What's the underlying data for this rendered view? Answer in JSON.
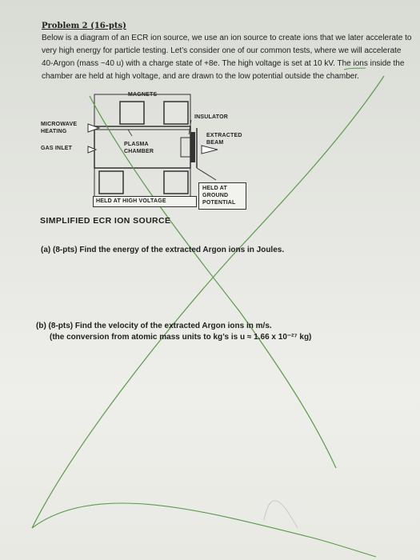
{
  "problem": {
    "title": "Problem 2 (16-pts)",
    "intro_lines": [
      "Below is a diagram of an ECR ion source, we use an ion source to create ions that we later accelerate to",
      "very high energy for particle testing. Let’s consider one of our common tests, where we will accelerate",
      "40-Argon (mass ~40 u) with a charge state of +8e. The high voltage is set at 10 kV. The ions inside the",
      "chamber are held at high voltage, and are drawn to the low potential outside the chamber."
    ]
  },
  "diagram": {
    "magnets": "Magnets",
    "insulator": "Insulator",
    "microwave_heating": [
      "Microwave",
      "Heating"
    ],
    "gas_inlet": "Gas Inlet",
    "plasma_chamber": [
      "Plasma",
      "Chamber"
    ],
    "extracted_beam": [
      "Extracted",
      "Beam"
    ],
    "held_high_voltage": "Held at High Voltage",
    "held_ground": [
      "Held at",
      "Ground",
      "Potential"
    ],
    "caption": "Simplified ECR Ion Source"
  },
  "parts": {
    "a": "(a)  (8-pts) Find the energy of the extracted Argon ions in Joules.",
    "b_line1": "(b)  (8-pts) Find the velocity of the extracted Argon ions in m/s.",
    "b_line2": "(the conversion from atomic mass units to kg’s is u ≈ 1.66 x 10⁻²⁷ kg)"
  },
  "colors": {
    "ink": "#1e1e1e",
    "pen": "#5b9a4a",
    "box_fill": "#e7e8e3"
  }
}
